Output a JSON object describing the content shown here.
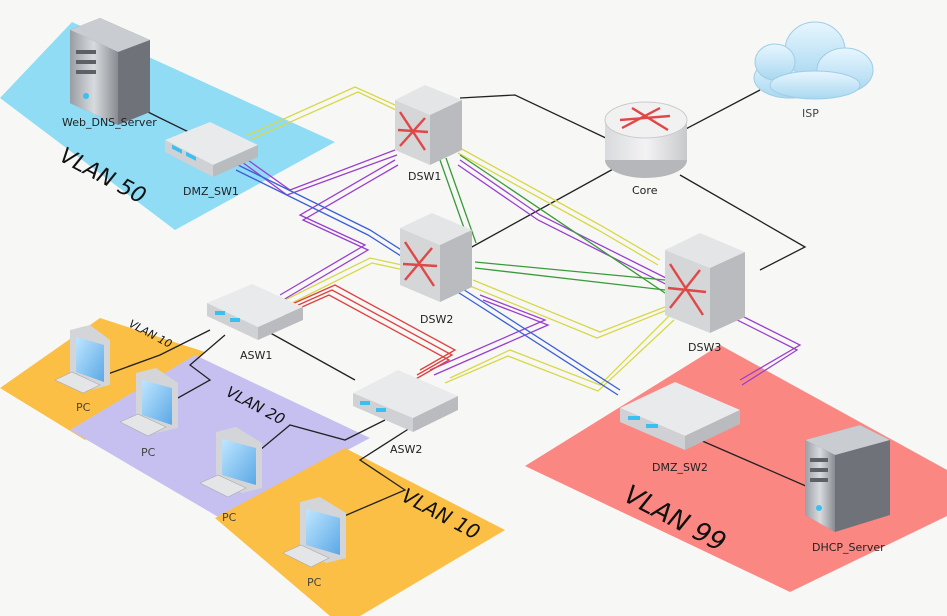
{
  "vlans": {
    "vlan50": "VLAN 50",
    "vlan99": "VLAN 99",
    "vlan20": "VLAN 20",
    "vlan10_small": "VLAN 10",
    "vlan10_big": "VLAN 10"
  },
  "devices": {
    "web_dns_server": "Web_DNS_Server",
    "dmz_sw1": "DMZ_SW1",
    "dsw1": "DSW1",
    "core": "Core",
    "isp": "ISP",
    "dsw2": "DSW2",
    "dsw3": "DSW3",
    "asw1": "ASW1",
    "asw2": "ASW2",
    "dmz_sw2": "DMZ_SW2",
    "dhcp_server": "DHCP_Server",
    "pc1": "PC",
    "pc2": "PC",
    "pc3": "PC",
    "pc4": "PC"
  },
  "colors": {
    "vlan50": "#8fdcf4",
    "vlan99": "#fb8783",
    "vlan20": "#c6c0f0",
    "vlan10": "#fbbf45",
    "link_yellow": "#d8d84a",
    "link_purple": "#9a3fd0",
    "link_blue": "#3a5fd8",
    "link_red": "#e04040",
    "link_green": "#3a9a3a",
    "link_black": "#222222",
    "switch_icon": "#e04848"
  }
}
